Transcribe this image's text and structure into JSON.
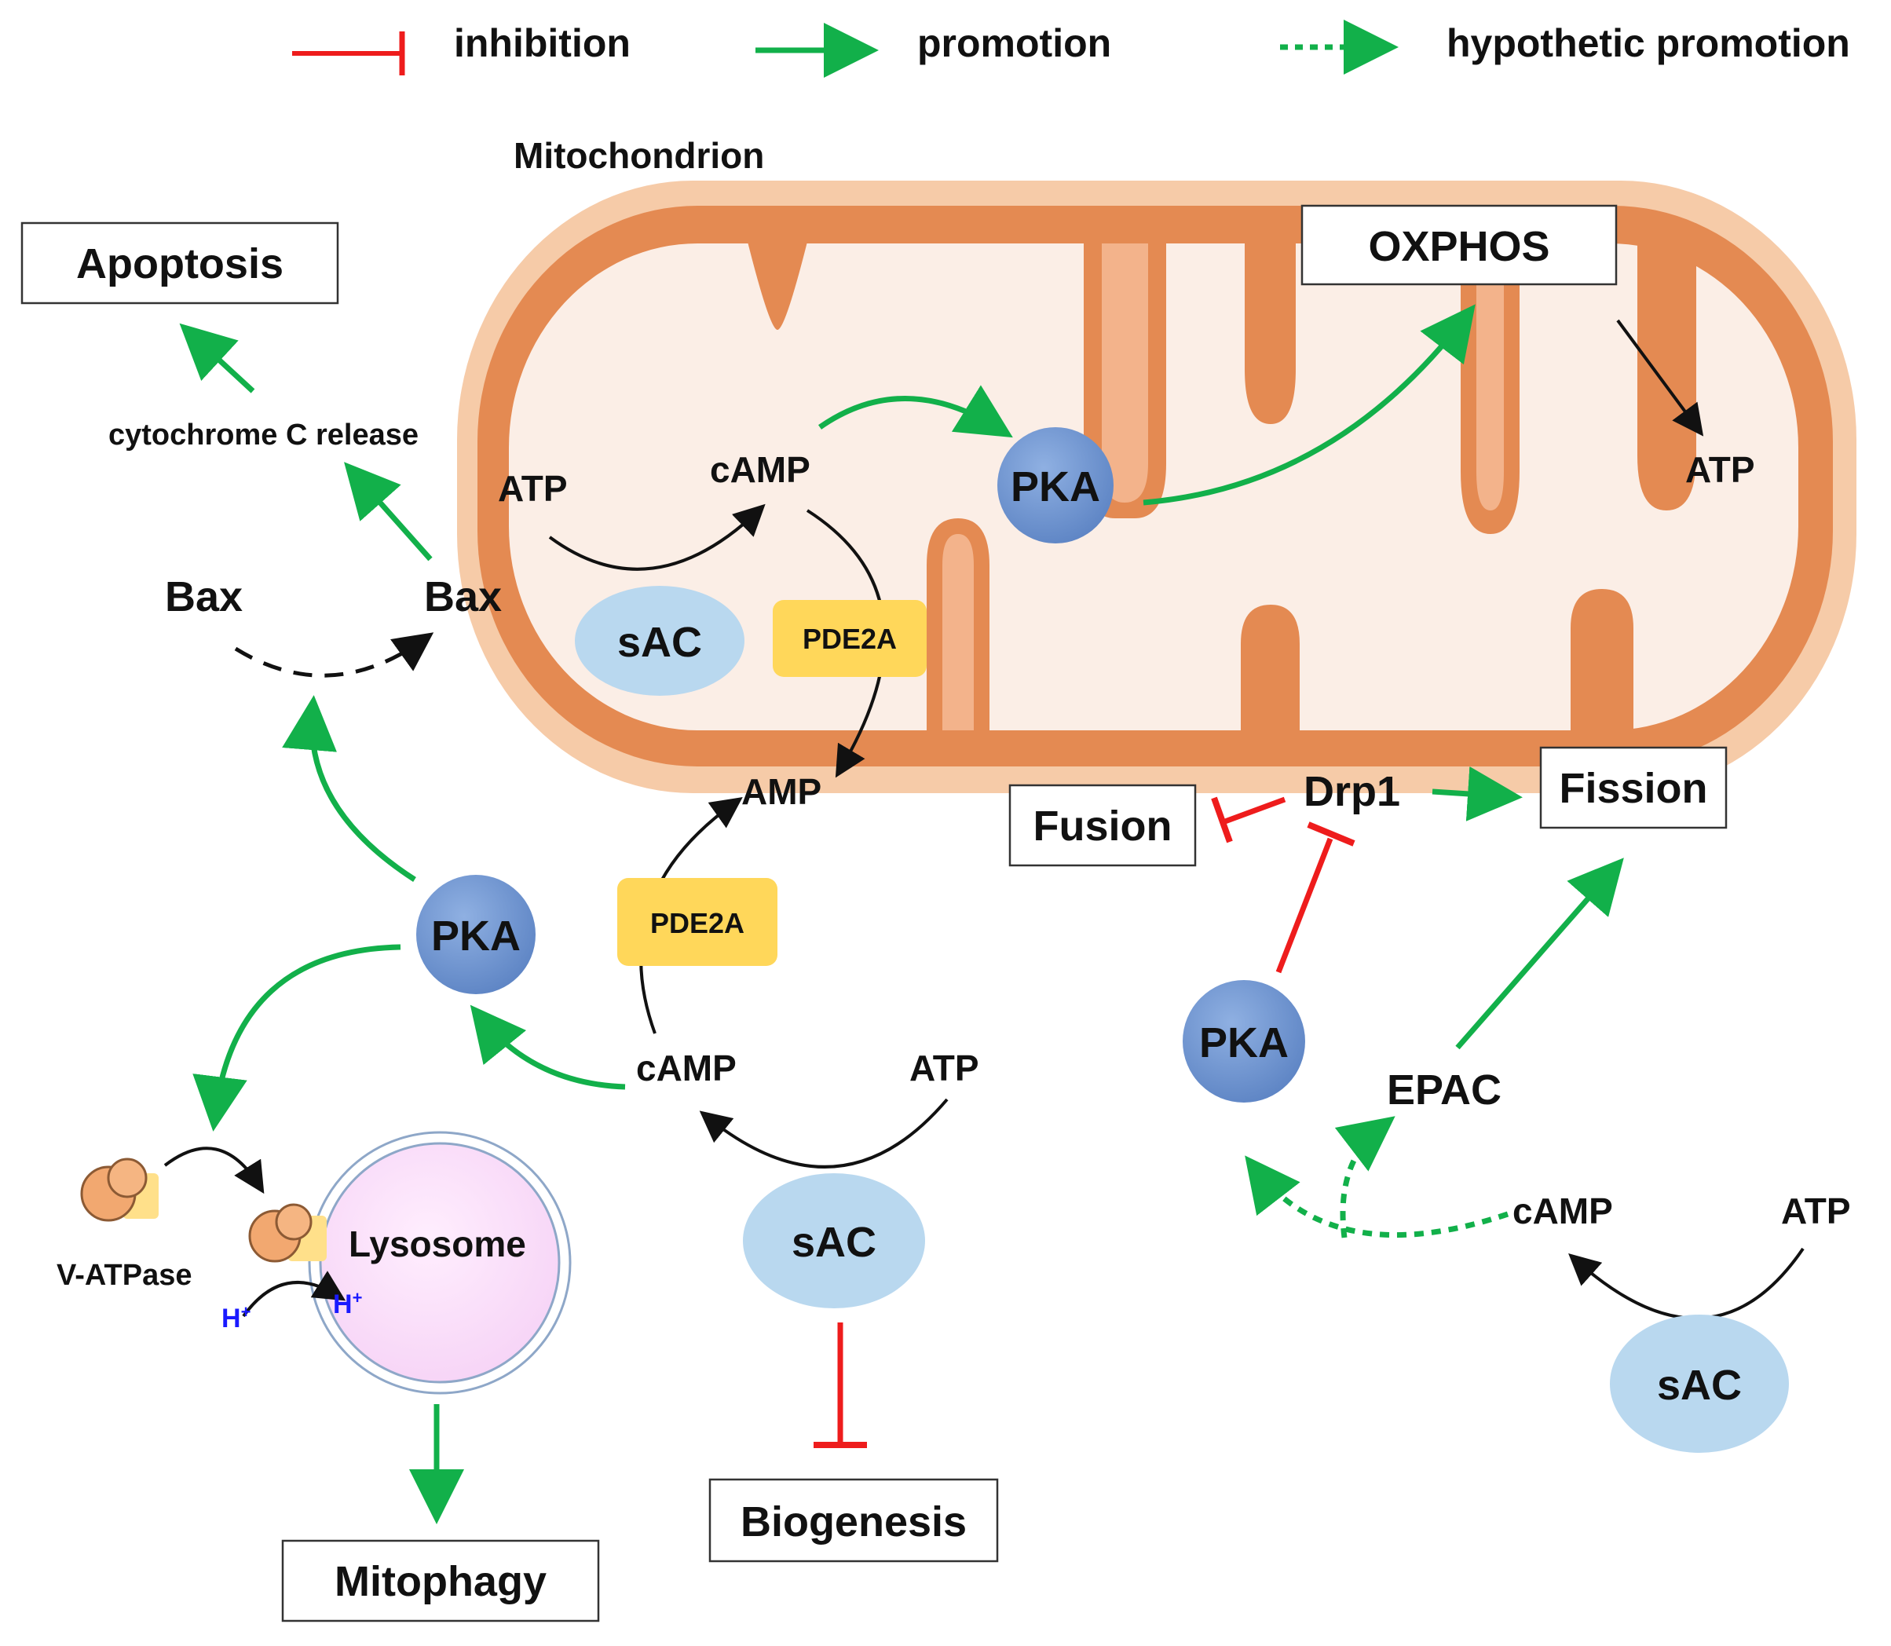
{
  "legend": {
    "inhibition": "inhibition",
    "promotion": "promotion",
    "hypothetic": "hypothetic promotion"
  },
  "colors": {
    "inhibition": "#ee1c1c",
    "promotion": "#12b04a",
    "hypothetic": "#12b04a",
    "black_arrow": "#111111",
    "pka_fill": "#6f95d1",
    "sac_fill": "#b9d8ef",
    "pde_fill": "#ffd75a",
    "lysosome_fill": "#fbe1fb",
    "mito_outer": "#f6c9a6",
    "mito_mid": "#e8915c",
    "mito_inner": "#fbeee6"
  },
  "labels": {
    "mitochondrion": "Mitochondrion",
    "apoptosis": "Apoptosis",
    "cytochrome": "cytochrome C release",
    "bax_left": "Bax",
    "bax_right": "Bax",
    "oxphos": "OXPHOS",
    "atp_mito_out": "ATP",
    "atp_in": "ATP",
    "camp_in": "cAMP",
    "pka_in": "PKA",
    "sac_in": "sAC",
    "pde_in": "PDE2A",
    "amp": "AMP",
    "pka_left": "PKA",
    "pde_lower": "PDE2A",
    "camp_lower": "cAMP",
    "atp_lower": "ATP",
    "sac_lower": "sAC",
    "biogenesis": "Biogenesis",
    "vatpase": "V-ATPase",
    "h_plus_1": "H",
    "h_plus_2": "H",
    "plus": "+",
    "lysosome": "Lysosome",
    "mitophagy": "Mitophagy",
    "drp1": "Drp1",
    "fusion": "Fusion",
    "fission": "Fission",
    "pka_right": "PKA",
    "epac": "EPAC",
    "camp_right": "cAMP",
    "atp_right": "ATP",
    "sac_right": "sAC"
  }
}
